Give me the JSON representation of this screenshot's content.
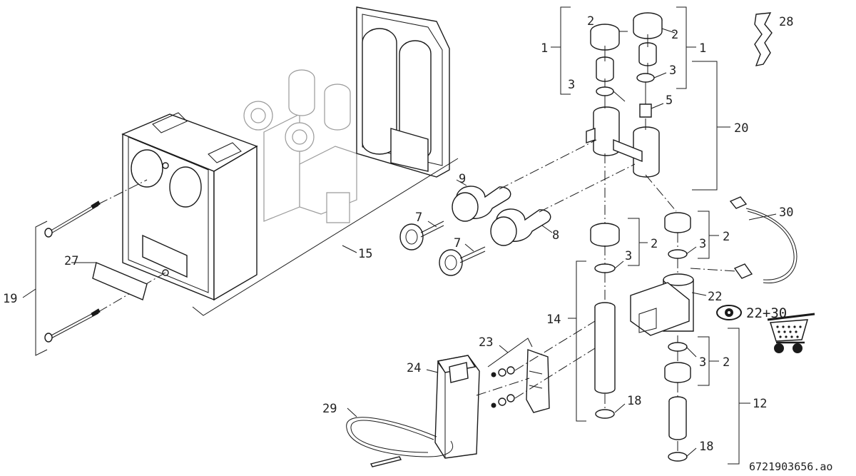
{
  "callouts": {
    "c1a": "1",
    "c1b": "1",
    "c2a": "2",
    "c2b": "2",
    "c2c": "2",
    "c2d": "2",
    "c2e": "2",
    "c3a": "3",
    "c3b": "3",
    "c3c": "3",
    "c3d": "3",
    "c3e": "3",
    "c5": "5",
    "c7a": "7",
    "c7b": "7",
    "c8": "8",
    "c9": "9",
    "c12": "12",
    "c14": "14",
    "c15": "15",
    "c18a": "18",
    "c18b": "18",
    "c19": "19",
    "c20": "20",
    "c22": "22",
    "c23": "23",
    "c24": "24",
    "c27": "27",
    "c28": "28",
    "c29": "29",
    "c30": "30"
  },
  "kit_label": "22+30",
  "drawing_number": "6721903656.ao",
  "icons": [
    "eye-icon",
    "shopping-cart-icon"
  ]
}
